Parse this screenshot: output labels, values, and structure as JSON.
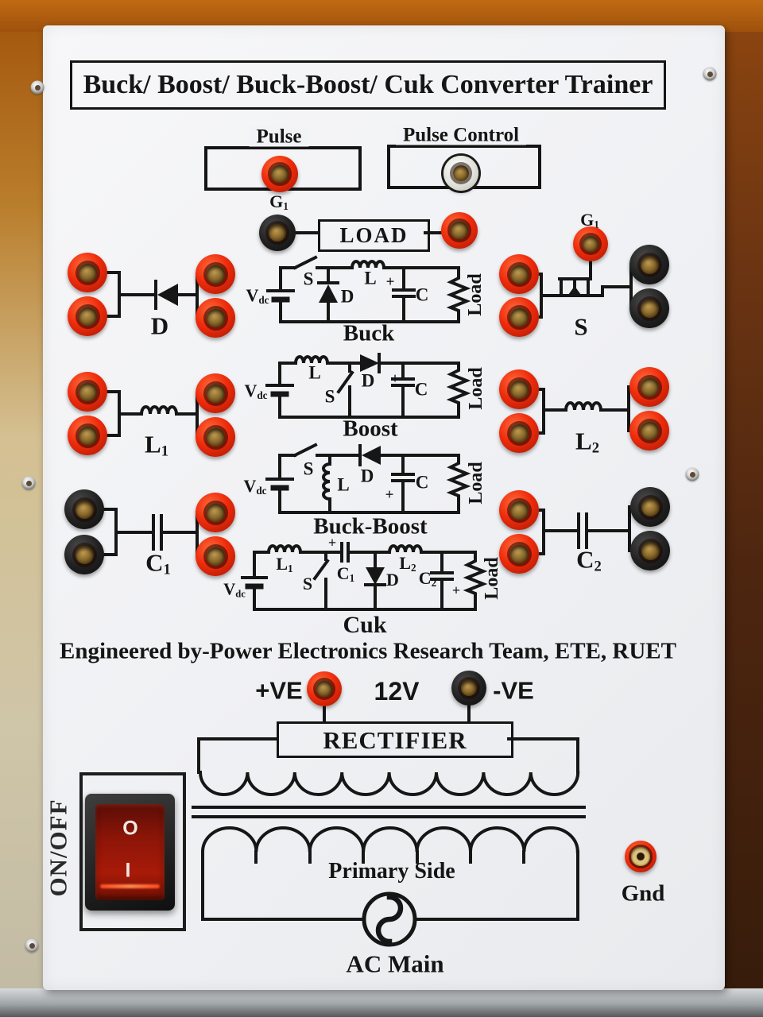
{
  "title": "Buck/ Boost/ Buck-Boost/ Cuk Converter Trainer",
  "top_jacks": {
    "pulse": {
      "label": "Pulse",
      "jack": {
        "main": "G",
        "sub": "1"
      }
    },
    "pulse_control": {
      "label": "Pulse Control"
    }
  },
  "load_box": "LOAD",
  "components": {
    "left": [
      {
        "type": "diode",
        "label": {
          "main": "D",
          "sub": ""
        }
      },
      {
        "type": "inductor",
        "label": {
          "main": "L",
          "sub": "1"
        }
      },
      {
        "type": "capacitor",
        "label": {
          "main": "C",
          "sub": "1"
        }
      }
    ],
    "right": [
      {
        "type": "mosfet",
        "label": {
          "main": "S",
          "sub": ""
        },
        "gate": {
          "main": "G",
          "sub": "1"
        }
      },
      {
        "type": "inductor",
        "label": {
          "main": "L",
          "sub": "2"
        }
      },
      {
        "type": "capacitor",
        "label": {
          "main": "C",
          "sub": "2"
        }
      }
    ]
  },
  "circuits": [
    {
      "name": "Buck",
      "source": {
        "main": "V",
        "sub": "dc"
      },
      "switch_label": "S",
      "inductor_label": "L",
      "diode_label": "D",
      "cap_label": "C",
      "cap_plus": "+",
      "load_label": "Load"
    },
    {
      "name": "Boost",
      "source": {
        "main": "V",
        "sub": "dc"
      },
      "switch_label": "S",
      "inductor_label": "L",
      "diode_label": "D",
      "cap_label": "C",
      "cap_plus": "+",
      "load_label": "Load"
    },
    {
      "name": "Buck-Boost",
      "source": {
        "main": "V",
        "sub": "dc"
      },
      "switch_label": "S",
      "inductor_label": "L",
      "diode_label": "D",
      "cap_label": "C",
      "cap_plus": "+",
      "load_label": "Load"
    },
    {
      "name": "Cuk",
      "source": {
        "main": "V",
        "sub": "dc"
      },
      "switch_label": "S",
      "inductor1_label": {
        "main": "L",
        "sub": "1"
      },
      "cap1_label": {
        "main": "C",
        "sub": "1"
      },
      "cap1_plus": "+",
      "diode_label": "D",
      "inductor2_label": {
        "main": "L",
        "sub": "2"
      },
      "cap2_label": {
        "main": "C",
        "sub": "2"
      },
      "cap2_plus": "+",
      "load_label": "Load"
    }
  ],
  "credit": "Engineered by-Power Electronics Research Team, ETE, RUET",
  "power": {
    "positive": "+VE",
    "voltage": "12V",
    "negative": "-VE"
  },
  "rectifier": "RECTIFIER",
  "transformer": {
    "primary": "Primary Side",
    "ac_main": "AC Main"
  },
  "power_switch": {
    "label": "ON/OFF",
    "off_symbol": "O",
    "on_symbol": "I"
  },
  "ground": {
    "label": "Gnd"
  },
  "colors": {
    "jack_red": "#ef2c0c",
    "jack_black": "#1d1d1d",
    "panel": "#f2f3f6",
    "ink": "#161616",
    "rocker_red": "#a81a08",
    "wood_dark": "#6b3412"
  }
}
